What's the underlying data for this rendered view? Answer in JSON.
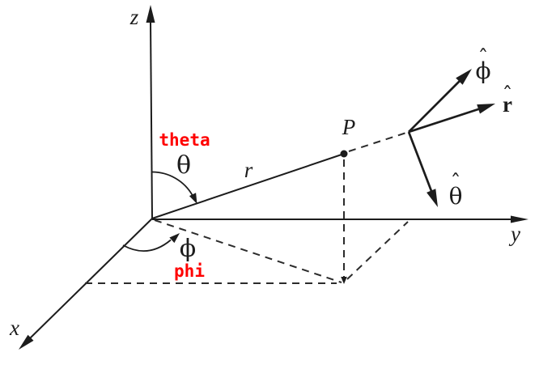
{
  "diagram": {
    "description": "spherical-coordinate-system-figure",
    "colors": {
      "background": "#ffffff",
      "line": "#1c1c1c",
      "annotation": "#ff0000"
    },
    "axes": {
      "x_label": "x",
      "y_label": "y",
      "z_label": "z"
    },
    "point": {
      "label": "P"
    },
    "radius_label": "r",
    "angles": {
      "theta_symbol": "θ",
      "phi_symbol": "ϕ"
    },
    "annotations": {
      "theta_text": "theta",
      "phi_text": "phi"
    },
    "unit_vectors": {
      "hat_glyph": "ˆ",
      "phi_symbol": "ϕ",
      "r_symbol": "r",
      "theta_symbol": "θ"
    }
  }
}
